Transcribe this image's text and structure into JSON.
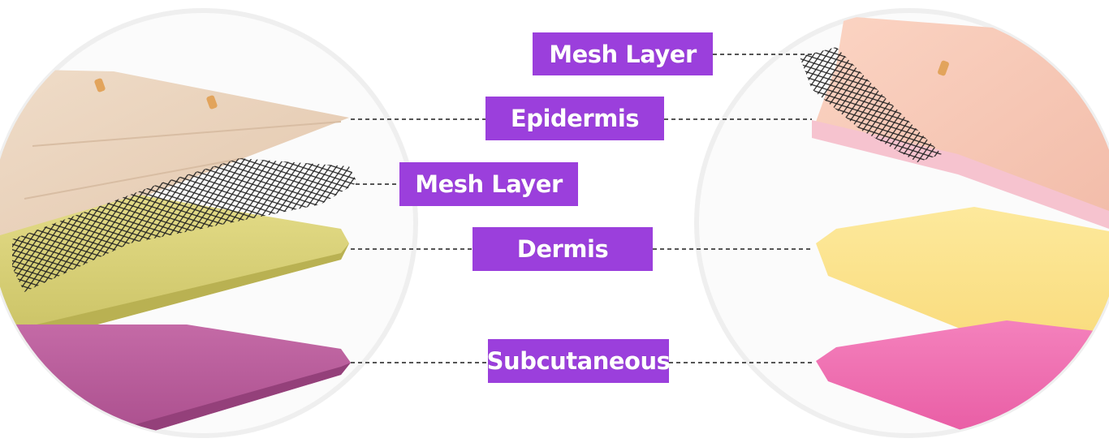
{
  "colors": {
    "label_bg": "#9b3fdc",
    "label_text": "#ffffff",
    "leader_line": "#555555",
    "left_epidermis": "#ecd3bd",
    "left_dermis": "#d4cc6a",
    "left_subcutaneous": "#b95a99",
    "right_epidermis": "#f7c9b7",
    "right_dermis": "#fbe38c",
    "right_subcutaneous": "#f06bb0"
  },
  "labels": {
    "mesh_top": "Mesh Layer",
    "epidermis": "Epidermis",
    "mesh_mid": "Mesh Layer",
    "dermis": "Dermis",
    "subcutaneous": "Subcutaneous"
  }
}
